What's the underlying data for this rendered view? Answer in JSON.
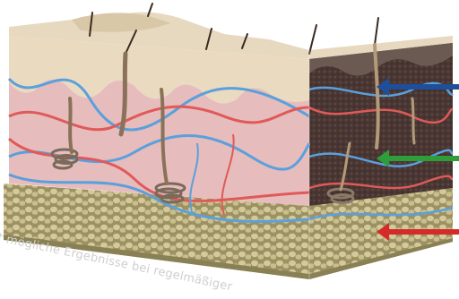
{
  "diagram": {
    "watermark": "* mögliche Ergebnisse bei regelmäßiger",
    "arrows": [
      {
        "id": "epidermis",
        "color": "#1f4e9a"
      },
      {
        "id": "dermis",
        "color": "#2f9e3a"
      },
      {
        "id": "subcutis",
        "color": "#d42a2a"
      }
    ],
    "colors": {
      "top_surface": "#e8dcc4",
      "epidermis_front": "#eadcc2",
      "dermis_front": "#e9c2c0",
      "dermis_side": "#4d3a37",
      "fat_layer": "#b7ad7e",
      "artery": "#e05a5a",
      "vein": "#5aa0dc",
      "hair": "#3a2a20"
    }
  }
}
